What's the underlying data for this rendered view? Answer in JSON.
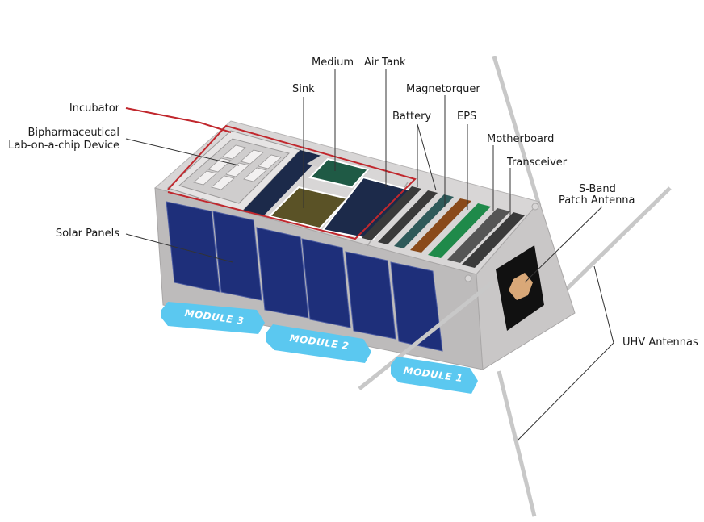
{
  "labels": {
    "incubator": "Incubator",
    "biopharma_line1": "Bipharmaceutical",
    "biopharma_line2": "Lab-on-a-chip Device",
    "solar_panels": "Solar Panels",
    "sink": "Sink",
    "medium": "Medium",
    "air_tank": "Air Tank",
    "magnetorquer": "Magnetorquer",
    "battery": "Battery",
    "eps": "EPS",
    "motherboard": "Motherboard",
    "transceiver": "Transceiver",
    "sband_line1": "S-Band",
    "sband_line2": "Patch Antenna",
    "uhv_antennas": "UHV Antennas"
  },
  "modules": [
    "MODULE 3",
    "MODULE 2",
    "MODULE 1"
  ],
  "colors": {
    "chassis_top": "#d8d6d6",
    "chassis_side": "#bdbbbb",
    "chassis_end": "#c9c7c7",
    "solar_cell": "#1e2f7a",
    "incubator_outline": "#c1272d",
    "module_banner": "#5bc8f0",
    "sink": "#5a5226",
    "medium": "#1f5a45",
    "air_tank": "#1c2a4a",
    "battery_board": "#3a3a3a",
    "magnetorquer_board": "#2e5a5a",
    "eps_board": "#8a4a1a",
    "motherboard_board": "#1f8a4a",
    "transceiver_board": "#555555",
    "patch_antenna": "#d9a878",
    "antenna_rod": "#c8c8c8"
  },
  "icons": [
    "solar-panel-icon",
    "patch-antenna-icon",
    "antenna-rod-icon"
  ]
}
